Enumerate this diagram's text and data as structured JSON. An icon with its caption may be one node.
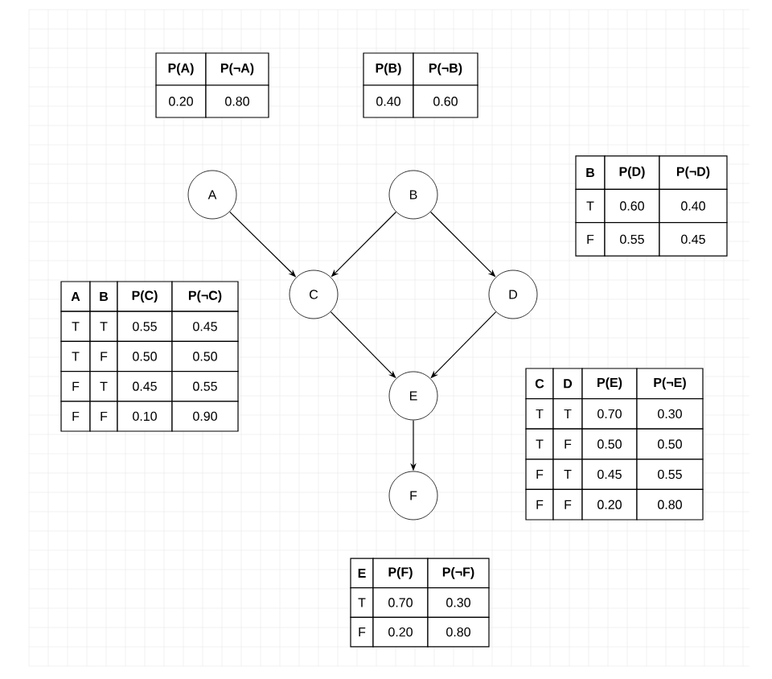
{
  "diagram": {
    "nodes": [
      {
        "text": [
          "A"
        ]
      },
      {
        "text": [
          "B"
        ]
      },
      {
        "text": [
          "C"
        ]
      },
      {
        "text": [
          "D"
        ]
      },
      {
        "text": [
          "E"
        ]
      },
      {
        "text": [
          "F"
        ]
      }
    ],
    "edges": [
      {
        "from": 0,
        "to": 2,
        "arrow": "to"
      },
      {
        "from": 1,
        "to": 2,
        "arrow": "to"
      },
      {
        "from": 1,
        "to": 3,
        "arrow": "to"
      },
      {
        "from": 2,
        "to": 4,
        "arrow": "to"
      },
      {
        "from": 3,
        "to": 4,
        "arrow": "to"
      },
      {
        "from": 4,
        "to": 5,
        "arrow": "to"
      }
    ],
    "labels": [
      "P(A)",
      "P(¬A)",
      "0.20",
      "0.80",
      "P(B)",
      "P(¬B)",
      "0.40",
      "0.60",
      "B",
      "P(D)",
      "P(¬D)",
      "T",
      "0.60",
      "0.40",
      "F",
      "0.55",
      "0.45",
      "A",
      "B",
      "P(C)",
      "P(¬C)",
      "T",
      "T",
      "0.55",
      "0.45",
      "T",
      "F",
      "0.50",
      "0.50",
      "F",
      "T",
      "0.45",
      "0.55",
      "F",
      "F",
      "0.10",
      "0.90",
      "C",
      "D",
      "P(E)",
      "P(¬E)",
      "T",
      "T",
      "0.70",
      "0.30",
      "T",
      "F",
      "0.50",
      "0.50",
      "F",
      "T",
      "0.45",
      "0.55",
      "F",
      "F",
      "0.20",
      "0.80",
      "E",
      "P(F)",
      "P(¬F)",
      "T",
      "0.70",
      "0.30",
      "F",
      "0.20",
      "0.80"
    ]
  }
}
